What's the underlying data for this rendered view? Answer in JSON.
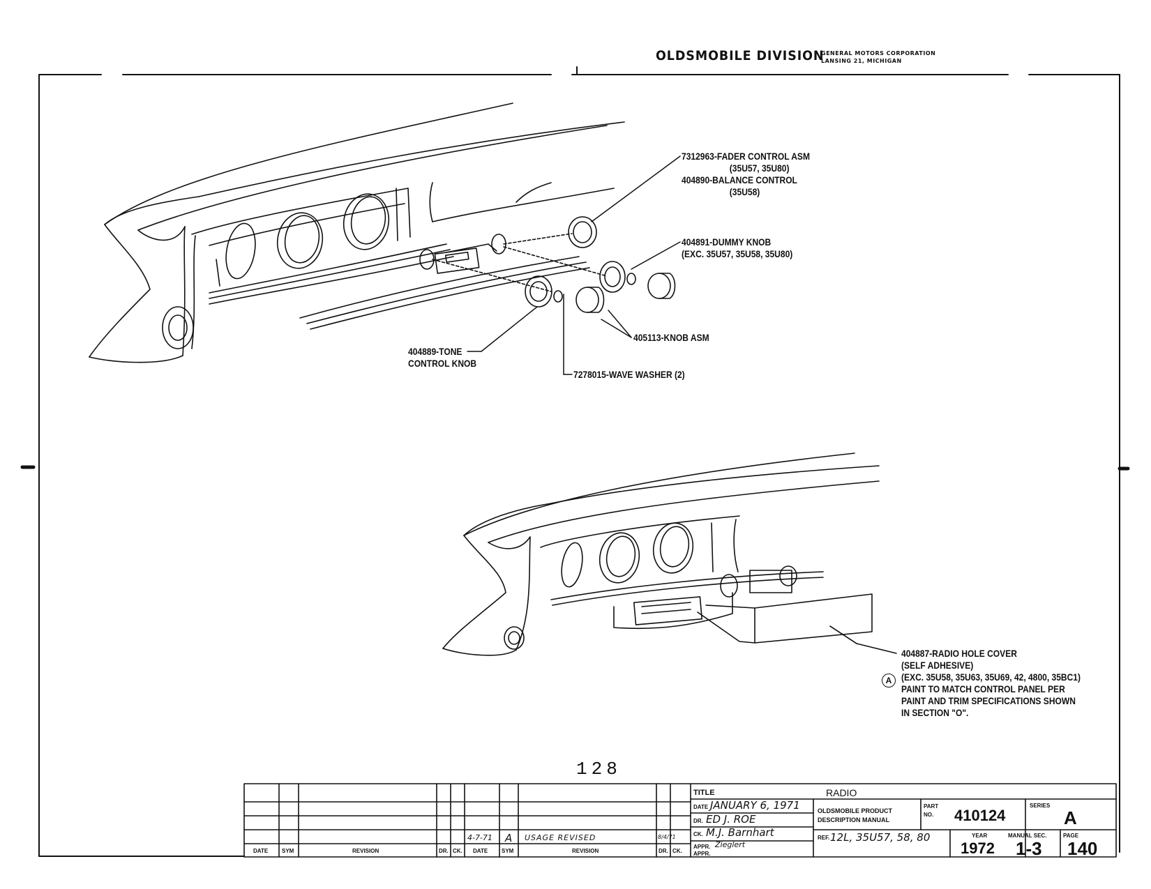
{
  "header": {
    "division": "OLDSMOBILE DIVISION",
    "corp_line1": "GENERAL MOTORS CORPORATION",
    "corp_line2": "LANSING 21, MICHIGAN"
  },
  "callouts": {
    "fader": [
      "7312963-FADER CONTROL ASM",
      "(35U57, 35U80)",
      "404890-BALANCE CONTROL",
      "(35U58)"
    ],
    "dummy_knob": [
      "404891-DUMMY KNOB",
      "(EXC. 35U57, 35U58, 35U80)"
    ],
    "knob_asm": "405113-KNOB ASM",
    "tone_knob": [
      "404889-TONE",
      "CONTROL KNOB"
    ],
    "wave_washer": "7278015-WAVE WASHER (2)",
    "radio_hole_cover": [
      "404887-RADIO HOLE COVER",
      "(SELF ADHESIVE)",
      "(EXC. 35U58, 35U63, 35U69, 42, 4800, 35BC1)",
      "PAINT TO MATCH CONTROL PANEL PER",
      "PAINT AND TRIM SPECIFICATIONS SHOWN",
      "IN SECTION \"O\"."
    ],
    "note_marker": "A"
  },
  "page_number": "128",
  "title_block": {
    "title_label": "TITLE",
    "title_value": "RADIO",
    "date_label": "DATE",
    "date_value": "JANUARY 6, 1971",
    "dr_label": "DR.",
    "dr_value": "ED J. ROE",
    "ck_label": "CK.",
    "ck_value": "M.J. Barnhart",
    "appr_label": "APPR.",
    "appr_value": "Zieglert",
    "appr2_label": "APPR.",
    "product_line1": "OLDSMOBILE PRODUCT",
    "product_line2": "DESCRIPTION MANUAL",
    "part_label": "PART NO.",
    "part_no": "410124",
    "series_label": "SERIES",
    "series": "A",
    "ref_label": "REF.",
    "ref_value": "12L, 35U57, 58, 80",
    "year_label": "YEAR",
    "year": "1972",
    "manual_sec_label": "MANUAL SEC.",
    "manual_sec": "1-3",
    "page_label": "PAGE",
    "page": "140"
  },
  "revision_block": {
    "headers": [
      "DATE",
      "SYM",
      "REVISION",
      "DR.",
      "CK.",
      "DATE",
      "SYM",
      "REVISION",
      "DR.",
      "CK."
    ],
    "entry": {
      "date": "4-7-71",
      "sym": "A",
      "revision": "USAGE REVISED",
      "dr": "8/4/71"
    }
  }
}
